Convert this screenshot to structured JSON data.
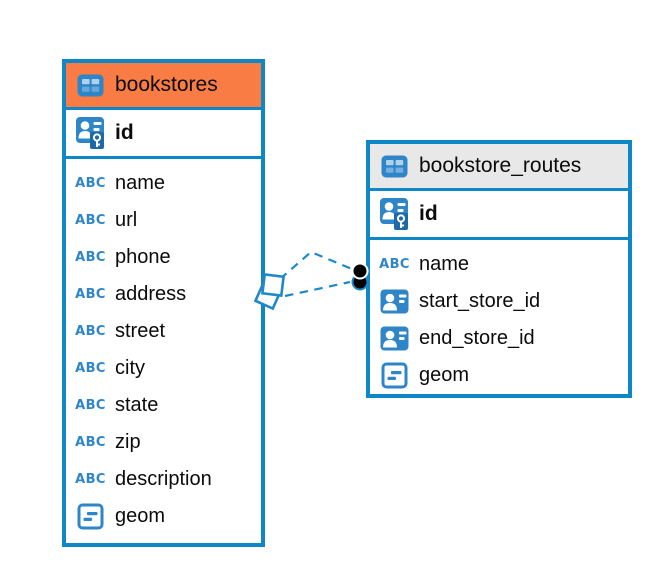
{
  "canvas": {
    "background": "#ffffff"
  },
  "colors": {
    "table_border_blue": "#0e87c8",
    "icon_blue": "#2e86c9",
    "selected_header_orange": "#f87c44",
    "header_gray": "#e8e8e8",
    "text_black": "#0b0b0b",
    "relationship_blue": "#1e88c9",
    "marker_dot_black": "#000000"
  },
  "icons": {
    "text_type_label": "ABC"
  },
  "tables": [
    {
      "name": "bookstores",
      "header_style": "orange-highlighted",
      "primary_key": {
        "name": "id",
        "type_icon": "primary-key-icon"
      },
      "columns": [
        {
          "name": "name",
          "type_icon": "text-type-icon"
        },
        {
          "name": "url",
          "type_icon": "text-type-icon"
        },
        {
          "name": "phone",
          "type_icon": "text-type-icon"
        },
        {
          "name": "address",
          "type_icon": "text-type-icon"
        },
        {
          "name": "street",
          "type_icon": "text-type-icon"
        },
        {
          "name": "city",
          "type_icon": "text-type-icon"
        },
        {
          "name": "state",
          "type_icon": "text-type-icon"
        },
        {
          "name": "zip",
          "type_icon": "text-type-icon"
        },
        {
          "name": "description",
          "type_icon": "text-type-icon"
        },
        {
          "name": "geom",
          "type_icon": "geometry-type-icon"
        }
      ]
    },
    {
      "name": "bookstore_routes",
      "header_style": "gray",
      "primary_key": {
        "name": "id",
        "type_icon": "primary-key-icon"
      },
      "columns": [
        {
          "name": "name",
          "type_icon": "text-type-icon"
        },
        {
          "name": "start_store_id",
          "type_icon": "reference-type-icon"
        },
        {
          "name": "end_store_id",
          "type_icon": "reference-type-icon"
        },
        {
          "name": "geom",
          "type_icon": "geometry-type-icon"
        }
      ]
    }
  ],
  "relationships": [
    {
      "from_table": "bookstores",
      "to_table": "bookstore_routes",
      "line_style": "dashed",
      "from_marker": "diamond",
      "to_marker": "dot"
    },
    {
      "from_table": "bookstores",
      "to_table": "bookstore_routes",
      "line_style": "dashed",
      "from_marker": "diamond",
      "to_marker": "dot"
    }
  ]
}
